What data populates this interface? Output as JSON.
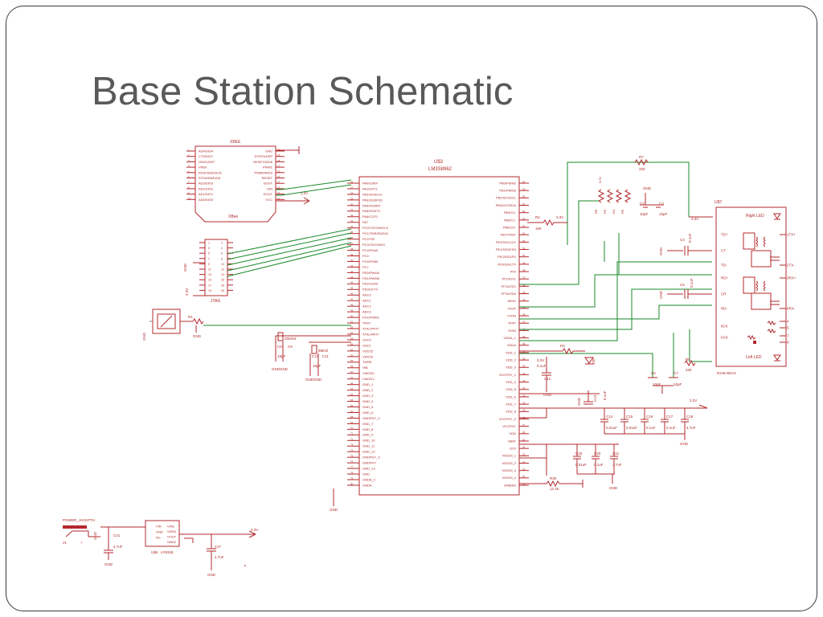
{
  "slide": {
    "title": "Base Station Schematic"
  },
  "xbee": {
    "header": "XBEE",
    "name": "XBee",
    "left_pins": [
      "AD4/DIO4",
      "CTS/DIO7",
      "ON/SLEEP",
      "VREF",
      "RSSI/AD6/DIO6",
      "RTS/AD6/DIO6",
      "AD3/DIO3",
      "AD2/DIO2",
      "AD1/DIO1",
      "AD0/DIO0"
    ],
    "right_pins": [
      "GND",
      "DTR/SLEEP",
      "RESET/DIO8",
      "PWM1",
      "PWM0/RSSI",
      "RESET",
      "DOUT",
      "DIN",
      "DOUT",
      "VCC"
    ],
    "supply": "3.3V"
  },
  "mcu": {
    "ref": "U$3",
    "part": "LM3S8962",
    "left_pins": [
      "PA0/U0RX",
      "PA1/U0TX",
      "PA2/SSI0CLK",
      "PA3/SSI0FSS",
      "PA4/SSI0RX",
      "PA5/SSI0TX",
      "PA6/CCP1",
      "PA7",
      "PC0/TCK/SWCLK",
      "PC1/TMS/SWDIO",
      "PC2/TDI",
      "PC3/TDO/SWO",
      "PC4/PHA0",
      "PC5",
      "PC6/PHB0",
      "PC7",
      "PD0/PWM4",
      "PD1/PWM5",
      "PD2/U1RX",
      "PD3/U1TX",
      "ADC0",
      "ADC1",
      "ADC2",
      "ADC3",
      "PG1/PWM1",
      "TRST",
      "XTALPPHY",
      "XTALNPHY",
      "OSC0",
      "OSC1",
      "VDD25",
      "VDD25",
      "TMSB",
      "HIB",
      "CMOD0",
      "CMOD1",
      "GND_1",
      "GND_2",
      "GND_3",
      "GND_4",
      "GND_5",
      "GND_6",
      "GNDPHY_2",
      "GND_7",
      "GND_8",
      "GND_9",
      "GND_10",
      "GND_11",
      "GND_12",
      "GNDPHY_3",
      "GNDPHY",
      "GND_13",
      "GND",
      "GNDB_2",
      "GNDA"
    ],
    "right_pins": [
      "PB0/PWM2",
      "PB1/PWM3",
      "PB2/I2C0SCL",
      "PB3/I2C0SDA",
      "PB4/C0-",
      "PB5/C1-",
      "PB6/C0+",
      "PB7/TRST",
      "PE0/SSI1CLK",
      "PE1/SSI1FSS",
      "PE2/SSI1RX",
      "PE3/SSI1TX",
      "PF0",
      "PF1/IDX1",
      "PF2/LED1",
      "PF3/LED0",
      "MDIO",
      "TXOP",
      "TXON",
      "RXIP",
      "RXIN",
      "VDDA_1",
      "VDDA",
      "VDD_1",
      "VDD_2",
      "VDD_3",
      "VCCPHY_1",
      "VDD_4",
      "VDD_5",
      "VDD_6",
      "VDD_7",
      "VDD_8",
      "VCCPHY_2",
      "VCCPHY",
      "VDD",
      "VBAT",
      "LDO",
      "VDD25_1",
      "VDD25_2",
      "VDD25_3",
      "VDD25_4",
      "ERBIAS"
    ]
  },
  "jtag": {
    "name": "JTAG",
    "gnd": "GND",
    "supply": "3.3V"
  },
  "reset": {
    "ref": "R1",
    "gnd": "GND"
  },
  "crystals": [
    {
      "freq": "25MHZ",
      "caps": [
        "C8",
        "C9"
      ],
      "value": "18pF",
      "gnd": "GNDGND"
    },
    {
      "freq": "8MHZ",
      "caps": [
        "C10",
        "C11"
      ],
      "value": "18pF",
      "gnd": "GNDGND"
    }
  ],
  "ethernet": {
    "ref": "U$7",
    "part": "RJ45-REV4",
    "right_led": "Right LED",
    "left_led": "Left LED",
    "pins_left": [
      "TD+",
      "CT",
      "TD-",
      "RD+",
      "CR",
      "RD-",
      "9CK",
      "KCK"
    ],
    "pins_right": [
      "1TX+",
      "2TX-",
      "3RX+",
      "6RX-",
      "4",
      "5",
      "7",
      "8"
    ]
  },
  "passives": {
    "r7": {
      "ref": "R7",
      "value": "330"
    },
    "r2": {
      "ref": "R2",
      "value": "10K"
    },
    "r6": {
      "ref": "R6",
      "value": "330"
    },
    "r3": {
      "ref": "R3",
      "value": "330"
    },
    "r30": {
      "ref": "R30",
      "value": "12.4K"
    },
    "c2": {
      "ref": "C2",
      "value": "10pF"
    },
    "c3": {
      "ref": "C3",
      "value": "10pF"
    },
    "c4": {
      "ref": "C4",
      "value": "0.1uF"
    },
    "c5": {
      "ref": "C5",
      "value": "0.1uF"
    },
    "c6": {
      "ref": "C6",
      "value": "10pF"
    },
    "c7": {
      "ref": "C7",
      "value": "10pF"
    },
    "c12": {
      "ref": "C12",
      "value": "0.1uF"
    },
    "c13": {
      "ref": "C13",
      "value": "0.1uF"
    },
    "row_caps": [
      {
        "ref": "C14",
        "value": "0.01uF"
      },
      {
        "ref": "C15",
        "value": "0.01uF"
      },
      {
        "ref": "C16",
        "value": "0.1uF"
      },
      {
        "ref": "C17",
        "value": "0.1uF"
      },
      {
        "ref": "C18",
        "value": "4.7uF"
      }
    ],
    "ldo_caps": [
      {
        "ref": "C19",
        "value": "0.01uF"
      },
      {
        "ref": "C20",
        "value": "0.1uF"
      },
      {
        "ref": "C21",
        "value": "4.7uF"
      }
    ],
    "res_array": [
      "R8",
      "R9",
      "R4",
      "R5"
    ]
  },
  "power": {
    "jack": "POWER_JACKPTH",
    "jack_ref": "J1",
    "reg_ref": "U$6",
    "reg_part": "LP8345",
    "reg_pins_left": [
      "VIN",
      "GND",
      "NC"
    ],
    "reg_pins_right": [
      "VIN2",
      "VDEN",
      "VOUT",
      "GND2"
    ],
    "c41": {
      "ref": "C41",
      "value": "4.7uF"
    },
    "c27": {
      "ref": "C27",
      "value": "4.7uF"
    },
    "out": "3.3V"
  },
  "labels": {
    "gnd": "GND",
    "v33": "3.3V"
  }
}
